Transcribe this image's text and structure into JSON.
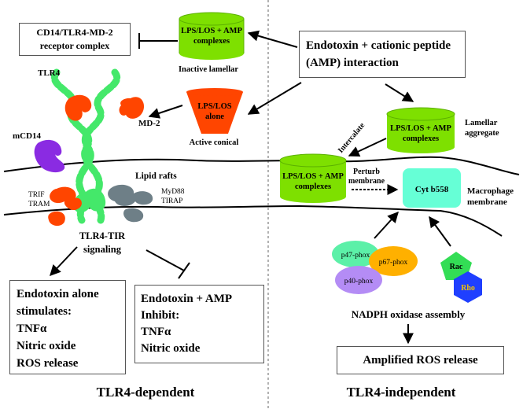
{
  "boxes": {
    "receptor": [
      "CD14/TLR4-MD-2",
      "receptor complex"
    ],
    "interaction": [
      "Endotoxin + cationic peptide",
      "(AMP) interaction"
    ],
    "alone": [
      "Endotoxin alone",
      "stimulates:",
      "TNFα",
      "Nitric oxide",
      "ROS release"
    ],
    "amp": [
      "Endotoxin + AMP",
      "Inhibit:",
      "TNFα",
      "Nitric oxide"
    ],
    "ros": "Amplified ROS release"
  },
  "cylinders": {
    "top": [
      "LPS/LOS + AMP",
      "complexes"
    ],
    "lamellar": [
      "LPS/LOS + AMP",
      "complexes"
    ],
    "membrane": [
      "LPS/LOS + AMP",
      "complexes"
    ]
  },
  "cone": [
    "LPS/LOS",
    "alone"
  ],
  "labels": {
    "inactive_lamellar": "Inactive lamellar",
    "active_conical": "Active conical",
    "lamellar_aggregate": [
      "Lamellar",
      "aggregate"
    ],
    "intercalate": "Intercalate",
    "tlr4": "TLR4",
    "md2": "MD-2",
    "mcd14": "mCD14",
    "lipid_rafts": "Lipid rafts",
    "myd88": [
      "MyD88",
      "TIRAP"
    ],
    "trif": [
      "TRIF",
      "TRAM"
    ],
    "tlr4_tir": [
      "TLR4-TIR",
      "signaling"
    ],
    "perturb": [
      "Perturb",
      "membrane"
    ],
    "macrophage": [
      "Macrophage",
      "membrane"
    ],
    "cytb558": "Cyt b558",
    "nadph": "NADPH oxidase assembly",
    "tlr4_dependent": "TLR4-dependent",
    "tlr4_independent": "TLR4-independent"
  },
  "subunits": {
    "p47": "p47-phox",
    "p67": "p67-phox",
    "p40": "p40-phox",
    "rac": "Rac",
    "rho": "Rho"
  },
  "colors": {
    "green": "#7ee000",
    "green_dark": "#5bb000",
    "red": "#ff4500",
    "cyan": "#66ffd6",
    "mint": "#5cf0a8",
    "orange": "#ffb000",
    "lavender": "#b48cf5",
    "rac": "#33dd55",
    "rho": "#1f3fff",
    "rho_text": "#f5c200",
    "purple": "#8a2be2",
    "receptor_green": "#44e86a",
    "gray": "#6e7f87"
  }
}
